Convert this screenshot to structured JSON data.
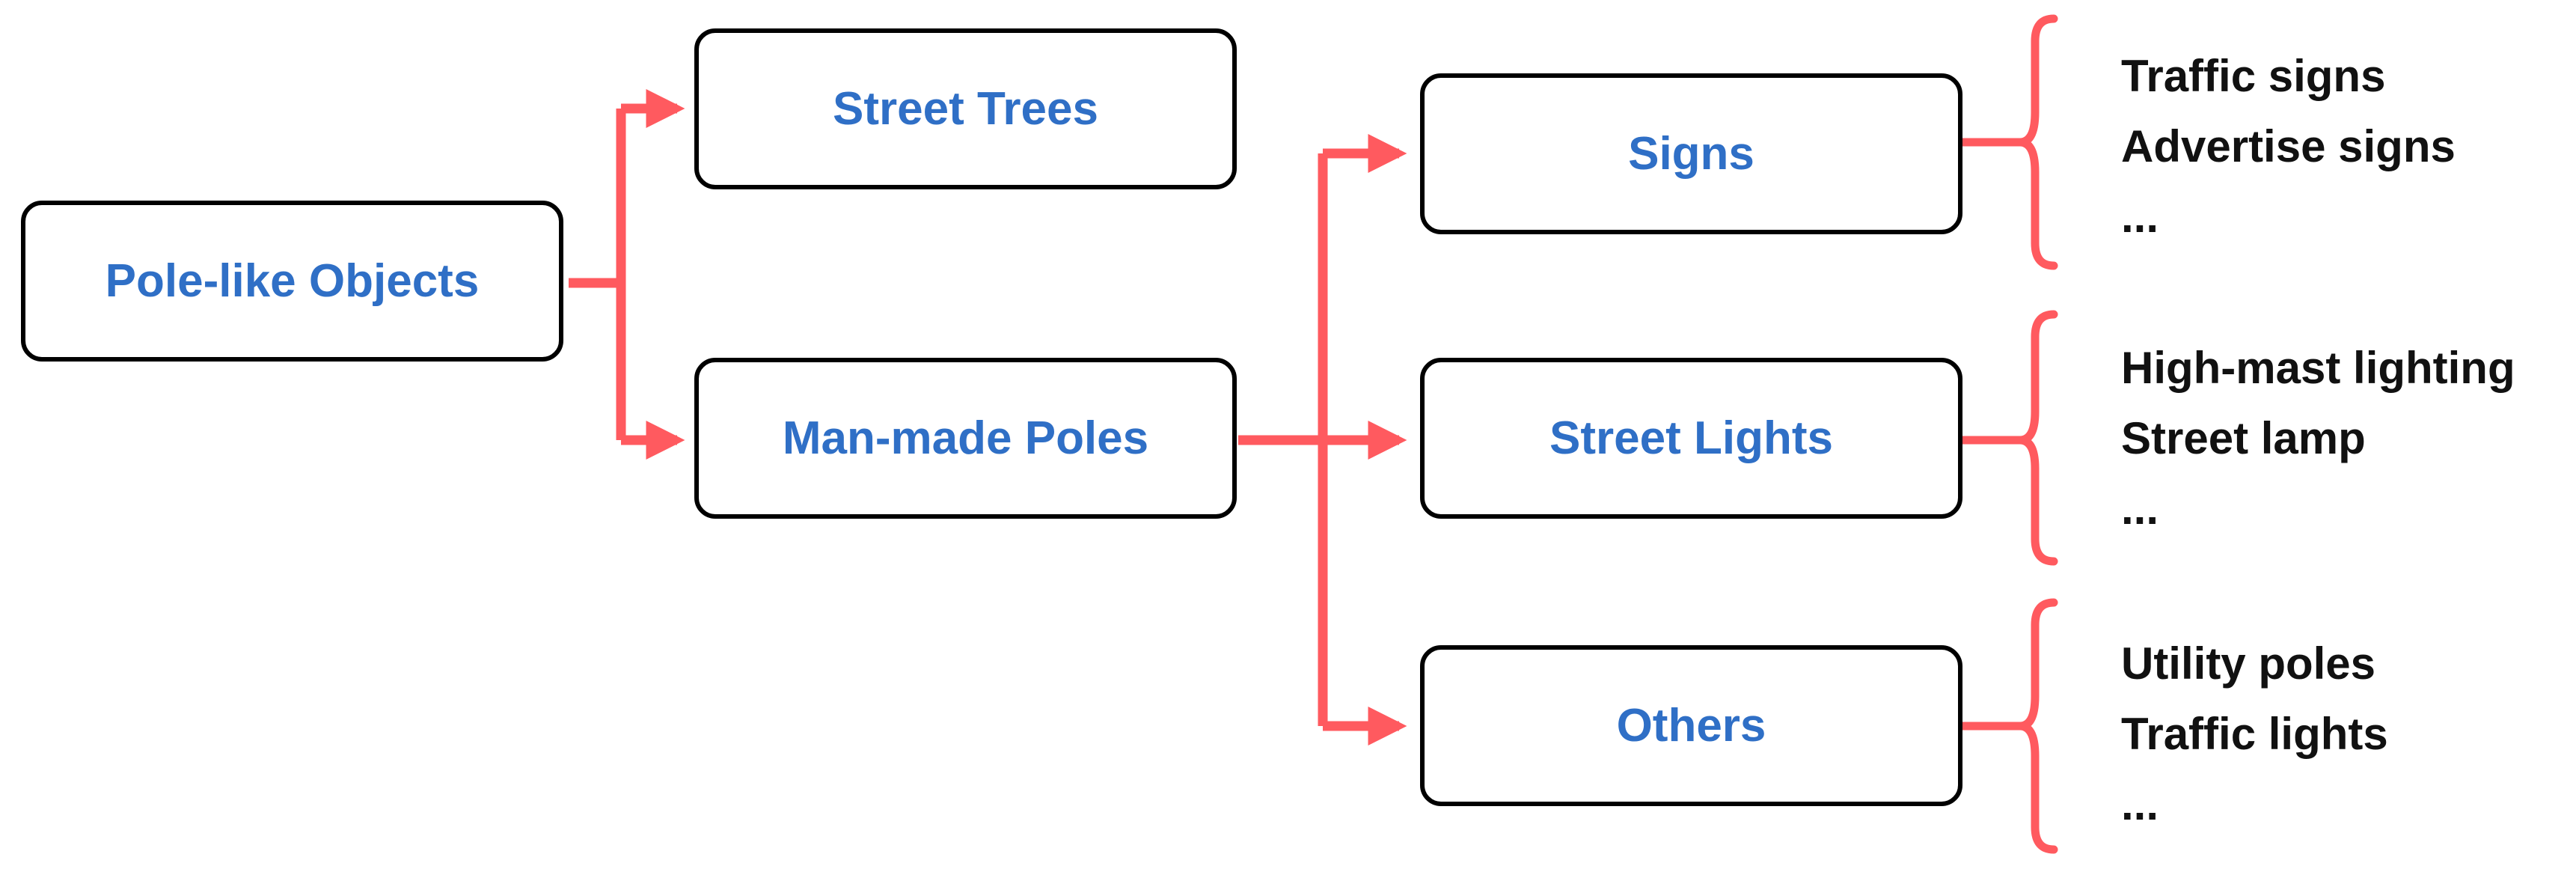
{
  "colors": {
    "node_border": "#000000",
    "node_label": "#2f6fc6",
    "connector": "#ff5a5f",
    "example_text": "#111111"
  },
  "nodes": {
    "root": "Pole-like Objects",
    "street_trees": "Street Trees",
    "man_made_poles": "Man-made Poles",
    "signs": "Signs",
    "street_lights": "Street Lights",
    "others": "Others"
  },
  "examples": {
    "signs": [
      "Traffic signs",
      "Advertise signs",
      "..."
    ],
    "street_lights": [
      "High-mast lighting",
      "Street lamp",
      "..."
    ],
    "others": [
      "Utility poles",
      "Traffic lights",
      "..."
    ]
  }
}
